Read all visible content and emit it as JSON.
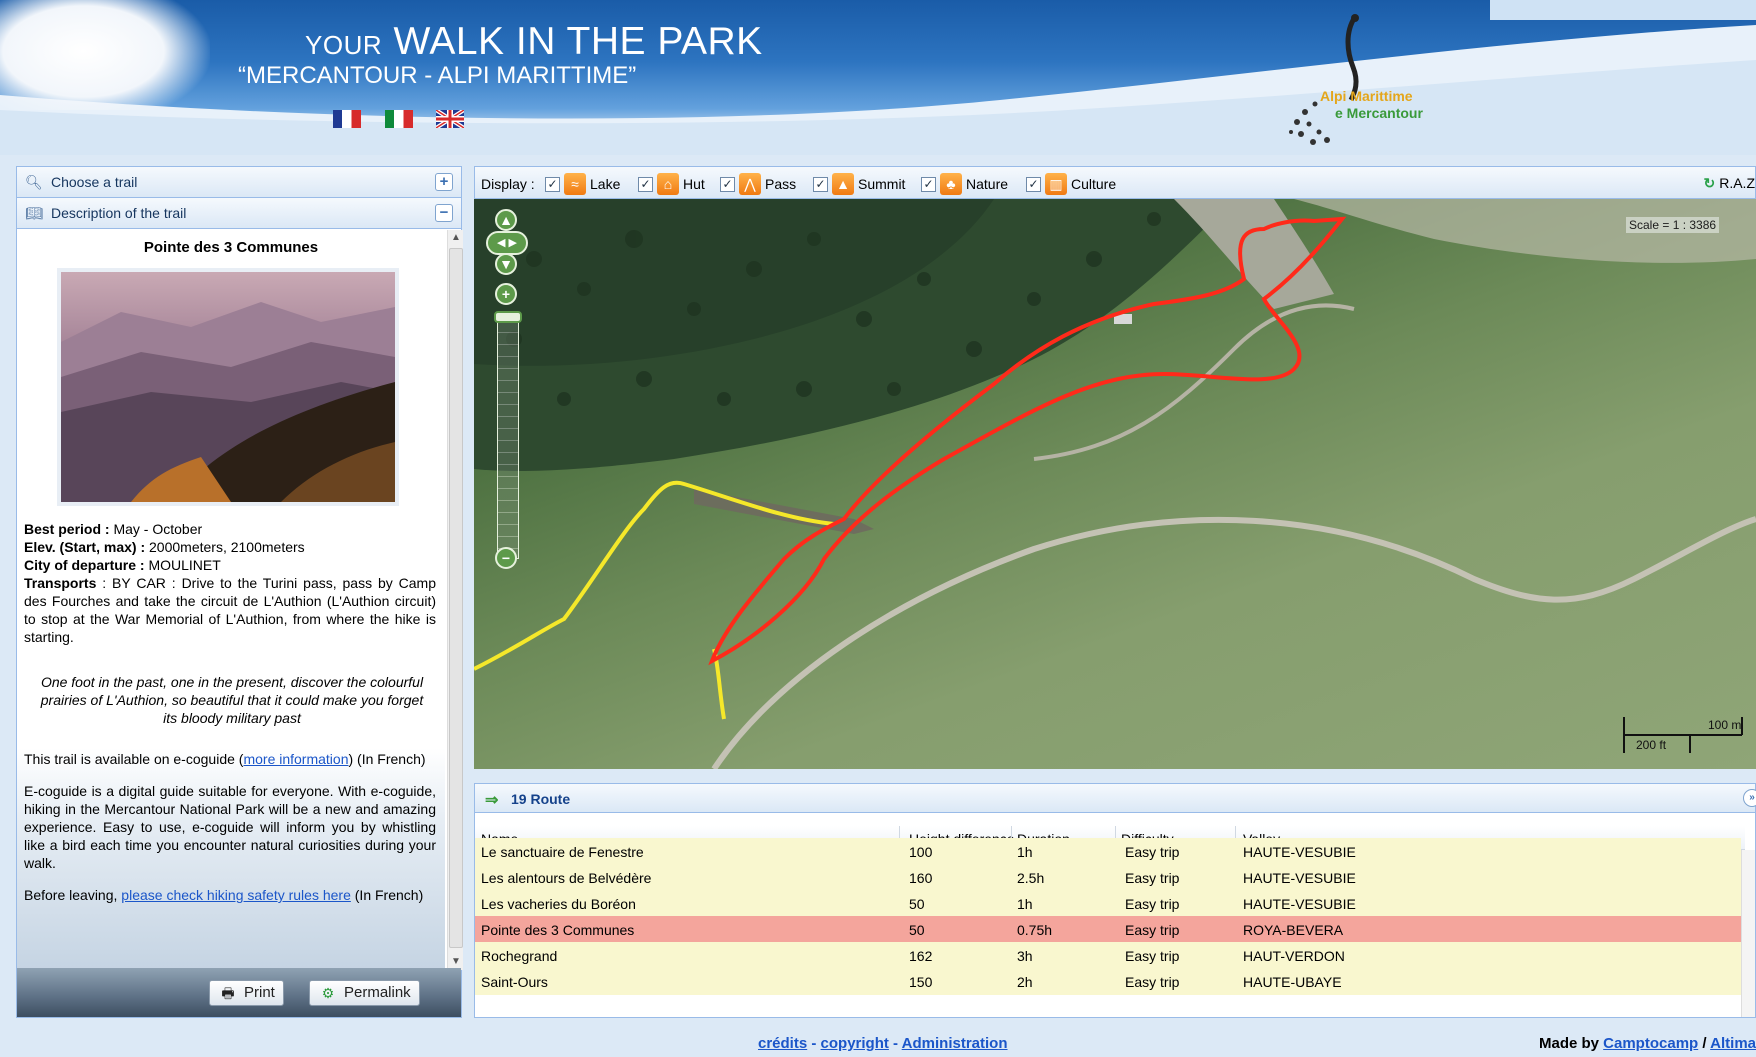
{
  "header": {
    "title_prefix": "YOUR",
    "title_main": "WALK IN THE PARK",
    "subtitle": "“MERCANTOUR - ALPI MARITTIME”",
    "languages": [
      "French",
      "Italian",
      "English"
    ],
    "logo_line1": "Alpi Marittime",
    "logo_line2": "e Mercantour"
  },
  "sidebar": {
    "choose_label": "Choose a trail",
    "description_label": "Description of the trail",
    "trail_title": "Pointe des 3 Communes",
    "best_period_label": "Best period :",
    "best_period": "May - October",
    "elev_label": "Elev. (Start, max) :",
    "elev": "2000meters, 2100meters",
    "city_label": "City of departure :",
    "city": "MOULINET",
    "transports_label": "Transports",
    "transports": ": BY CAR : Drive to the Turini pass, pass by Camp des Fourches and take the circuit de L'Authion (L'Authion circuit) to stop at the War Memorial of L'Authion, from where the hike is starting.",
    "quote": "One foot in the past, one in the present, discover the colourful prairies of L'Authion, so beautiful that it could make you forget its bloody military past",
    "ecoguide_p1_pre": "This trail is available on e-coguide (",
    "ecoguide_link": "more information",
    "ecoguide_p1_post": ") (In French)",
    "ecoguide_p2": "E-coguide is a digital guide suitable for everyone. With e-coguide, hiking in the Mercantour National Park will be a new and amazing experience. Easy to use, e-coguide will inform you by whistling like a bird each time you encounter natural curiosities during your walk.",
    "safety_pre": "Before leaving, ",
    "safety_link": "please check hiking safety rules here",
    "safety_post": " (In French)",
    "print_label": "Print",
    "permalink_label": "Permalink"
  },
  "toolbar": {
    "display_label": "Display :",
    "layers": [
      {
        "label": "Lake",
        "checked": true,
        "icon": "lake-icon"
      },
      {
        "label": "Hut",
        "checked": true,
        "icon": "hut-icon"
      },
      {
        "label": "Pass",
        "checked": true,
        "icon": "pass-icon"
      },
      {
        "label": "Summit",
        "checked": true,
        "icon": "summit-icon"
      },
      {
        "label": "Nature",
        "checked": true,
        "icon": "nature-icon"
      },
      {
        "label": "Culture",
        "checked": true,
        "icon": "culture-icon"
      }
    ],
    "raz_label": "R.A.Z"
  },
  "map": {
    "scale_text": "Scale = 1 : 3386",
    "scalebar_m": "100 m",
    "scalebar_ft": "200 ft",
    "route_color": "#ff2a1a",
    "other_route_color": "#f5e82a"
  },
  "routes": {
    "header": "19 Route",
    "columns": [
      "Name",
      "Height difference",
      "Duration",
      "Difficulty",
      "Valley"
    ],
    "rows": [
      {
        "name": "Le sanctuaire de Fenestre",
        "height": "100",
        "duration": "1h",
        "difficulty": "Easy trip",
        "valley": "HAUTE-VESUBIE"
      },
      {
        "name": "Les alentours de Belvédère",
        "height": "160",
        "duration": "2.5h",
        "difficulty": "Easy trip",
        "valley": "HAUTE-VESUBIE"
      },
      {
        "name": "Les vacheries du Boréon",
        "height": "50",
        "duration": "1h",
        "difficulty": "Easy trip",
        "valley": "HAUTE-VESUBIE"
      },
      {
        "name": "Pointe des 3 Communes",
        "height": "50",
        "duration": "0.75h",
        "difficulty": "Easy trip",
        "valley": "ROYA-BEVERA",
        "selected": true
      },
      {
        "name": "Rochegrand",
        "height": "162",
        "duration": "3h",
        "difficulty": "Easy trip",
        "valley": "HAUT-VERDON"
      },
      {
        "name": "Saint-Ours",
        "height": "150",
        "duration": "2h",
        "difficulty": "Easy trip",
        "valley": "HAUTE-UBAYE"
      }
    ]
  },
  "footer": {
    "credits": "crédits",
    "copyright": "copyright",
    "admin": "Administration",
    "sep": " - ",
    "made_by": "Made by",
    "camptocamp": "Camptocamp",
    "slash": " / ",
    "altima": "Altima"
  }
}
